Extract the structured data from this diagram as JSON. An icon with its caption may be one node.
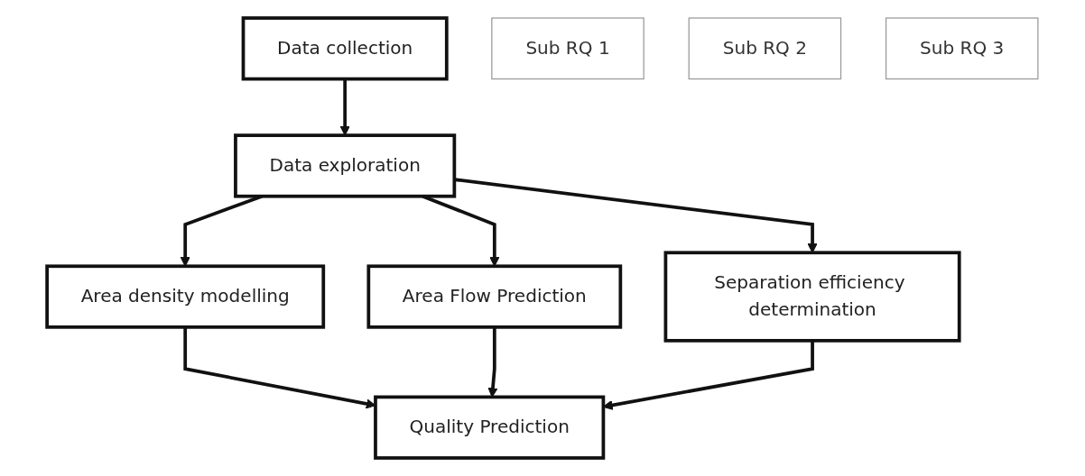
{
  "diagram": {
    "nodes": [
      {
        "text": [
          "Data collection"
        ]
      },
      {
        "text": [
          "Data exploration"
        ]
      },
      {
        "text": [
          "Area density modelling"
        ]
      },
      {
        "text": [
          "Area Flow Prediction"
        ]
      },
      {
        "text": [
          "Separation efficiency determination"
        ]
      },
      {
        "text": [
          "Quality Prediction"
        ]
      },
      {
        "text": [
          "Sub RQ 1"
        ]
      },
      {
        "text": [
          "Sub RQ 2"
        ]
      },
      {
        "text": [
          "Sub RQ 3"
        ]
      }
    ],
    "edges": [
      {
        "from": 0,
        "to": 1,
        "arrow": "to"
      },
      {
        "from": 1,
        "to": 2,
        "arrow": "to"
      },
      {
        "from": 1,
        "to": 3,
        "arrow": "to"
      },
      {
        "from": 1,
        "to": 4,
        "arrow": "to"
      },
      {
        "from": 2,
        "to": 5,
        "arrow": "to"
      },
      {
        "from": 3,
        "to": 5,
        "arrow": "to"
      },
      {
        "from": 4,
        "to": 5,
        "arrow": "to"
      }
    ]
  }
}
